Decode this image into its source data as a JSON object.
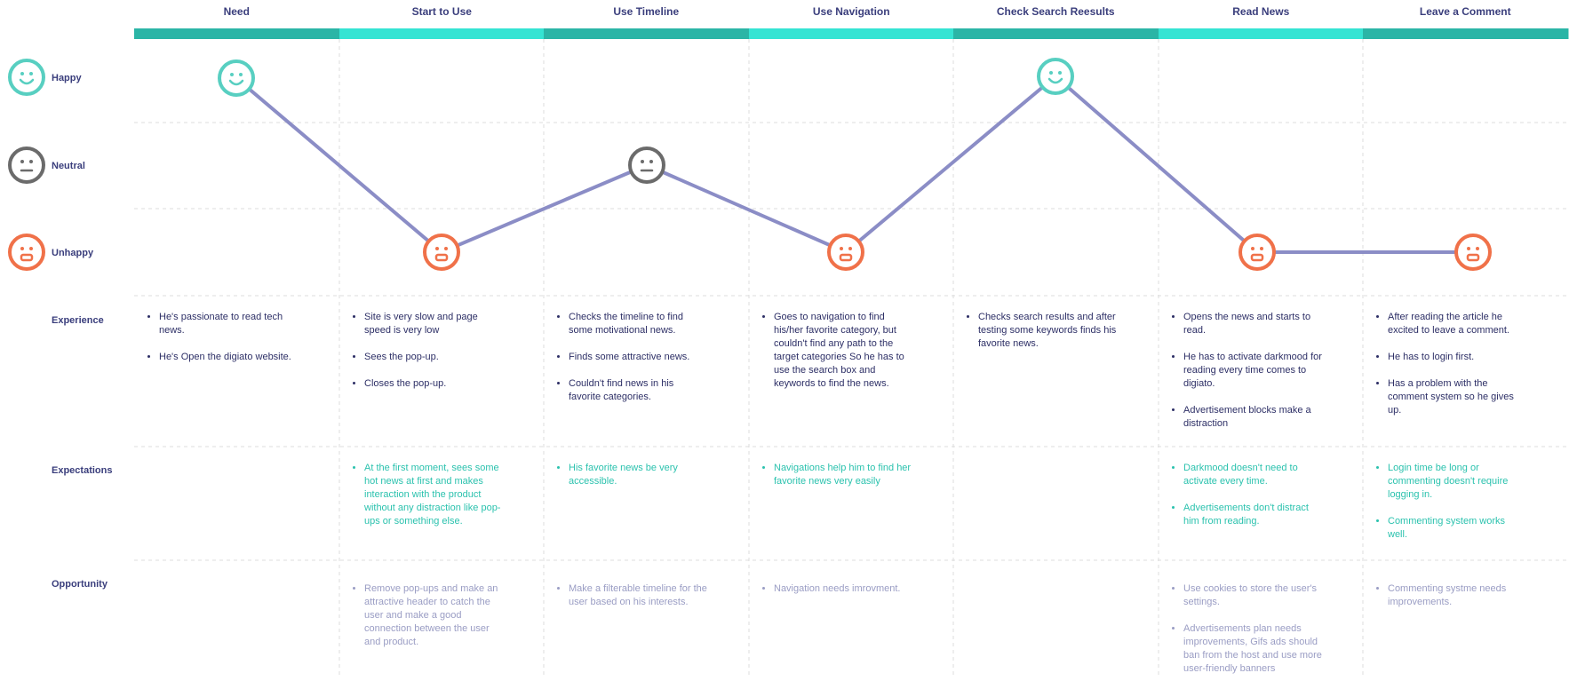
{
  "stages": [
    "Need",
    "Start to Use",
    "Use Timeline",
    "Use Navigation",
    "Check Search Reesults",
    "Read News",
    "Leave a Comment"
  ],
  "emotion_levels": [
    "Happy",
    "Neutral",
    "Unhappy"
  ],
  "journey_emotions": [
    "happy",
    "unhappy",
    "neutral",
    "unhappy",
    "happy",
    "unhappy",
    "unhappy"
  ],
  "row_labels": {
    "experience": "Experience",
    "expectations": "Expectations",
    "opportunity": "Opportunity"
  },
  "experience": [
    [
      "He's passionate to read tech news.",
      "He's Open the digiato website."
    ],
    [
      "Site is very slow and page speed is very low",
      "Sees the pop-up.",
      "Closes the pop-up."
    ],
    [
      "Checks the timeline to find some motivational news.",
      "Finds some attractive news.",
      "Couldn't find news in his favorite categories."
    ],
    [
      "Goes to navigation to find his/her favorite category, but couldn't find any path to the target categories So he has to use the search box and keywords to find the news."
    ],
    [
      "Checks search results and after testing some keywords finds his favorite news."
    ],
    [
      "Opens the news and starts to read.",
      "He has to activate darkmood for reading every time comes to digiato.",
      "Advertisement blocks make a distraction"
    ],
    [
      "After reading the article he excited to leave a comment.",
      "He has to login first.",
      "Has a problem with the comment system so he gives up."
    ]
  ],
  "expectations": [
    [],
    [
      "At the first moment, sees some hot news at first and makes interaction with the product without any distraction like pop-ups or something else."
    ],
    [
      "His favorite news be very accessible."
    ],
    [
      "Navigations help him to find her favorite news very easily"
    ],
    [],
    [
      "Darkmood doesn't need to activate every time.",
      "Advertisements don't distract him from reading."
    ],
    [
      "Login time be long or commenting doesn't require logging in.",
      "Commenting system works well."
    ]
  ],
  "opportunity": [
    [],
    [
      "Remove pop-ups and make an attractive header to catch the user and make a good connection between the user and product."
    ],
    [
      "Make a filterable timeline for the user based on his interests."
    ],
    [
      "Navigation needs imrovment."
    ],
    [],
    [
      "Use cookies to store the user's settings.",
      "Advertisements plan needs improvements, Gifs ads should ban from the host and use more user-friendly banners"
    ],
    [
      "Commenting systme needs improvements."
    ]
  ],
  "colors": {
    "header_text": "#3a3e7c",
    "bar_dark": "#2bb5a6",
    "bar_light": "#35e4d3",
    "happy": "#58cfc1",
    "neutral": "#6b6b6b",
    "unhappy": "#f07149",
    "line": "#8b8dc6",
    "grid": "#dcdcdc"
  }
}
